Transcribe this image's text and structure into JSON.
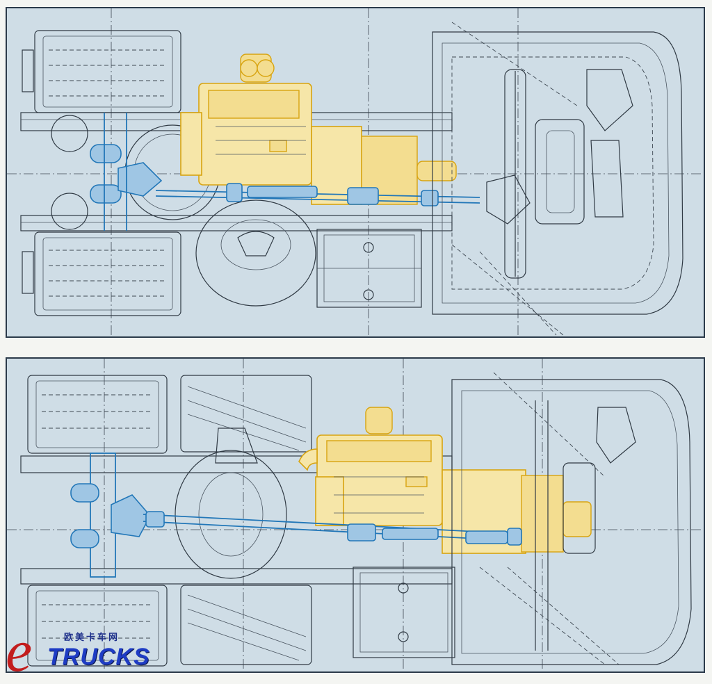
{
  "views": [
    {
      "id": "top",
      "label": ""
    },
    {
      "id": "bottom",
      "label": ""
    }
  ],
  "logo": {
    "letter": "e",
    "chinese_text": "欧美卡车网",
    "brand_text": "TRUCKS"
  },
  "colors": {
    "panel_background": "#cfdde6",
    "engine_highlight": "#f6e6a8",
    "driveline_highlight": "#9fc6e4",
    "linework": "#303a44",
    "logo_red": "#c21d1d",
    "logo_blue": "#1e3cc4"
  }
}
